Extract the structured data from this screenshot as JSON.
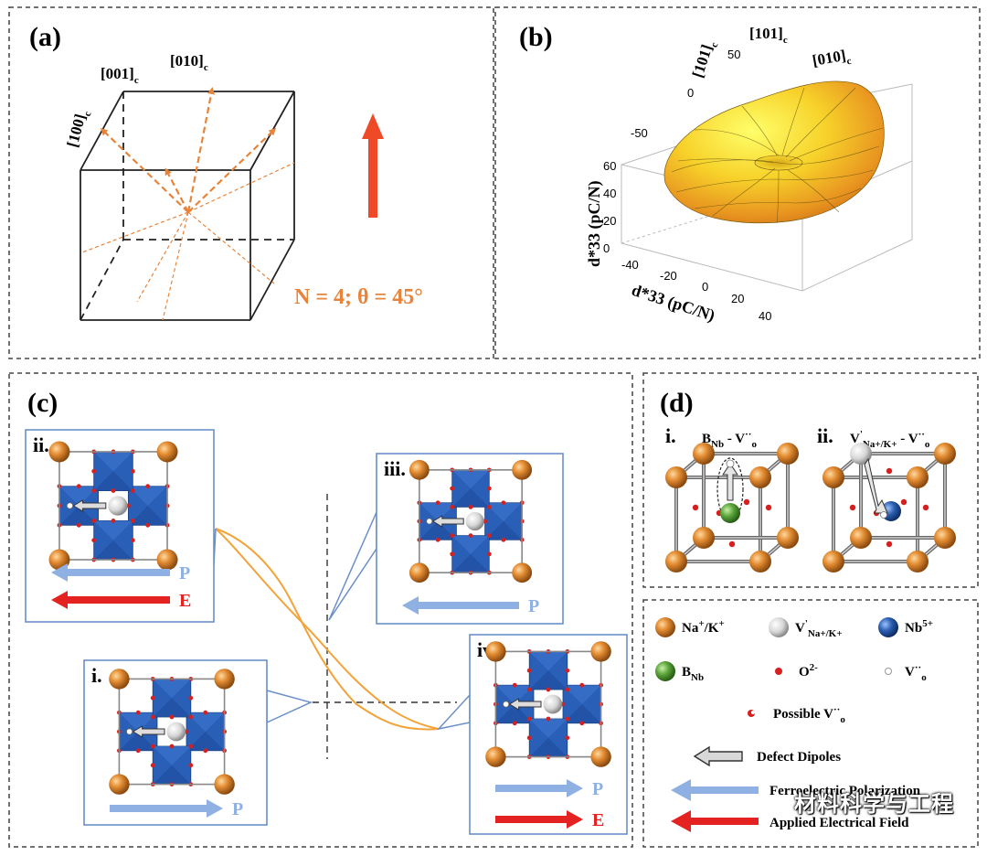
{
  "panel_a": {
    "label": "(a)",
    "directions": [
      {
        "main": "[100]",
        "sub": "c"
      },
      {
        "main": "[001]",
        "sub": "c"
      },
      {
        "main": "[010]",
        "sub": "c"
      }
    ],
    "params": "N = 4;  θ = 45°",
    "colors": {
      "orange": "#e8843a",
      "red_arrow": "#ef4a28"
    }
  },
  "panel_b": {
    "label": "(b)",
    "directions": [
      {
        "main": "[101]",
        "sub": "c",
        "bar": true
      },
      {
        "main": "[101]",
        "sub": "c",
        "bar": false
      },
      {
        "main": "[010]",
        "sub": "c",
        "bar": false
      }
    ],
    "vertical_axis": {
      "label": "d*33 (pC/N)",
      "ticks": [
        "0",
        "20",
        "40",
        "60"
      ]
    },
    "back_ticks": [
      "50",
      "0",
      "-50"
    ],
    "front_axis": {
      "label": "d*33 (pC/N)",
      "ticks": [
        "-40",
        "-20",
        "0",
        "20",
        "40"
      ]
    }
  },
  "panel_c": {
    "label": "(c)",
    "insets": [
      {
        "id": "ii",
        "roman": "ii.",
        "arrows": [
          {
            "label": "P",
            "dir": "left",
            "color": "#8fb0e3"
          },
          {
            "label": "E",
            "dir": "left",
            "color": "#e52222"
          }
        ]
      },
      {
        "id": "iii",
        "roman": "iii.",
        "arrows": [
          {
            "label": "P",
            "dir": "left",
            "color": "#8fb0e3"
          }
        ]
      },
      {
        "id": "i",
        "roman": "i.",
        "arrows": [
          {
            "label": "P",
            "dir": "right",
            "color": "#8fb0e3"
          }
        ]
      },
      {
        "id": "iv",
        "roman": "iv.",
        "arrows": [
          {
            "label": "P",
            "dir": "right",
            "color": "#8fb0e3"
          },
          {
            "label": "E",
            "dir": "right",
            "color": "#e52222"
          }
        ]
      }
    ],
    "colors": {
      "octahedron": "#2a5fb8",
      "loop": "#f2a33a",
      "a_site": "#d9822b"
    }
  },
  "panel_d": {
    "label": "(d)",
    "structures": [
      {
        "roman": "i.",
        "title": "B",
        "title_sub": "Nb",
        "title_rest": " - V",
        "title_tail": "··",
        "title_tail_sub": "o"
      },
      {
        "roman": "ii.",
        "title": "V",
        "title_sup": "'",
        "title_sub": "Na+/K+",
        "title_rest": " - V",
        "title_tail": "··",
        "title_tail_sub": "o"
      }
    ]
  },
  "legend": {
    "items": [
      {
        "icon": "na-k-sphere-icon",
        "text": "Na",
        "sup1": "+",
        "mid": "/K",
        "sup2": "+"
      },
      {
        "icon": "vacancy-sphere-icon",
        "text": "V",
        "sup1": "'",
        "sub": "Na+/K+"
      },
      {
        "icon": "nb-sphere-icon",
        "text": "Nb",
        "sup1": "5+"
      },
      {
        "icon": "b-nb-sphere-icon",
        "text": "B",
        "sub": "Nb"
      },
      {
        "icon": "oxygen-dot-icon",
        "text": "O",
        "sup1": "2-"
      },
      {
        "icon": "oxygen-vacancy-icon",
        "text": "V",
        "sup1": "··",
        "sub": "o"
      },
      {
        "icon": "possible-vacancy-icon",
        "text": "Possible V",
        "sup1": "··",
        "sub": "o"
      },
      {
        "icon": "defect-dipole-arrow-icon",
        "text": "Defect Dipoles"
      },
      {
        "icon": "polarization-arrow-icon",
        "text": "Ferroelectric Polarization"
      },
      {
        "icon": "field-arrow-icon",
        "text": "Applied Electrical Field"
      }
    ],
    "colors": {
      "na_k": "#d9822b",
      "nb": "#2b5fb0",
      "b_nb": "#5aa33a",
      "oxygen": "#d62020",
      "polarization": "#8fb0e3",
      "field": "#e52222"
    }
  },
  "watermark": "材料科学与工程"
}
